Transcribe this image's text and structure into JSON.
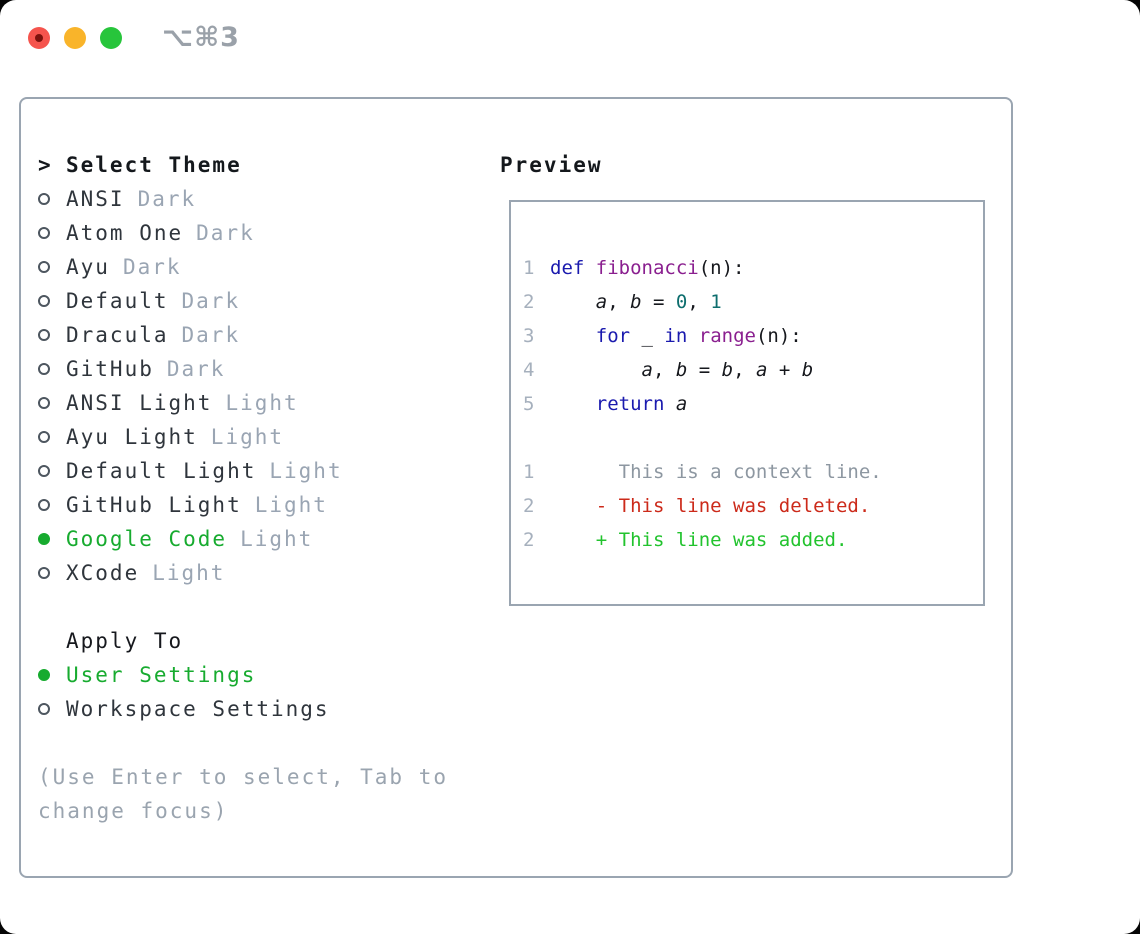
{
  "window": {
    "title": "⌥⌘3",
    "traffic_lights": [
      "close",
      "minimize",
      "zoom"
    ]
  },
  "colors": {
    "accent_green": "#17ab2f",
    "added_green": "#22c32e",
    "deleted_red": "#cc2a1a",
    "keyword_blue": "#1a1aae",
    "function_purple": "#8a1f8f",
    "literal_teal": "#0e6e6e",
    "muted_gray": "#9aa5b3",
    "panel_border": "#9aa5b1",
    "traffic_red": "#f5544d",
    "traffic_yellow": "#f9b42a",
    "traffic_green": "#27c53b"
  },
  "theme_panel": {
    "header": {
      "prefix": ">",
      "label": "Select Theme"
    },
    "themes": [
      {
        "name": "ANSI",
        "variant": "Dark",
        "selected": false
      },
      {
        "name": "Atom One",
        "variant": "Dark",
        "selected": false
      },
      {
        "name": "Ayu",
        "variant": "Dark",
        "selected": false
      },
      {
        "name": "Default",
        "variant": "Dark",
        "selected": false
      },
      {
        "name": "Dracula",
        "variant": "Dark",
        "selected": false
      },
      {
        "name": "GitHub",
        "variant": "Dark",
        "selected": false
      },
      {
        "name": "ANSI Light",
        "variant": "Light",
        "selected": false
      },
      {
        "name": "Ayu Light",
        "variant": "Light",
        "selected": false
      },
      {
        "name": "Default Light",
        "variant": "Light",
        "selected": false
      },
      {
        "name": "GitHub Light",
        "variant": "Light",
        "selected": false
      },
      {
        "name": "Google Code",
        "variant": "Light",
        "selected": true
      },
      {
        "name": "XCode",
        "variant": "Light",
        "selected": false
      }
    ],
    "apply_to": {
      "label": "Apply To",
      "options": [
        {
          "name": "User Settings",
          "selected": true
        },
        {
          "name": "Workspace Settings",
          "selected": false
        }
      ]
    },
    "hint_lines": [
      "(Use Enter to select, Tab to",
      "change focus)"
    ]
  },
  "preview": {
    "label": "Preview",
    "code_lines": [
      {
        "num": "1",
        "tokens": [
          {
            "c": "kw",
            "s": "def "
          },
          {
            "c": "fn",
            "s": "fibonacci"
          },
          {
            "c": "pln",
            "s": "(n):"
          }
        ]
      },
      {
        "num": "2",
        "tokens": [
          {
            "c": "pln",
            "s": "    "
          },
          {
            "c": "var",
            "s": "a"
          },
          {
            "c": "pln",
            "s": ", "
          },
          {
            "c": "var",
            "s": "b"
          },
          {
            "c": "pln",
            "s": " = "
          },
          {
            "c": "num",
            "s": "0"
          },
          {
            "c": "pln",
            "s": ", "
          },
          {
            "c": "num",
            "s": "1"
          }
        ]
      },
      {
        "num": "3",
        "tokens": [
          {
            "c": "pln",
            "s": "    "
          },
          {
            "c": "kw",
            "s": "for"
          },
          {
            "c": "pln",
            "s": " _ "
          },
          {
            "c": "kw",
            "s": "in"
          },
          {
            "c": "pln",
            "s": " "
          },
          {
            "c": "fn",
            "s": "range"
          },
          {
            "c": "pln",
            "s": "(n):"
          }
        ]
      },
      {
        "num": "4",
        "tokens": [
          {
            "c": "pln",
            "s": "        "
          },
          {
            "c": "var",
            "s": "a"
          },
          {
            "c": "pln",
            "s": ", "
          },
          {
            "c": "var",
            "s": "b"
          },
          {
            "c": "pln",
            "s": " = "
          },
          {
            "c": "var",
            "s": "b"
          },
          {
            "c": "pln",
            "s": ", "
          },
          {
            "c": "var",
            "s": "a"
          },
          {
            "c": "pln",
            "s": " + "
          },
          {
            "c": "var",
            "s": "b"
          }
        ]
      },
      {
        "num": "5",
        "tokens": [
          {
            "c": "pln",
            "s": "    "
          },
          {
            "c": "kw",
            "s": "return "
          },
          {
            "c": "var",
            "s": "a"
          }
        ]
      },
      {
        "num": "",
        "tokens": []
      },
      {
        "num": "1",
        "tokens": [
          {
            "c": "ctx",
            "s": "      This is a context line."
          }
        ]
      },
      {
        "num": "2",
        "tokens": [
          {
            "c": "del",
            "s": "    - This line was deleted."
          }
        ]
      },
      {
        "num": "2",
        "tokens": [
          {
            "c": "add",
            "s": "    + This line was added."
          }
        ]
      }
    ]
  }
}
